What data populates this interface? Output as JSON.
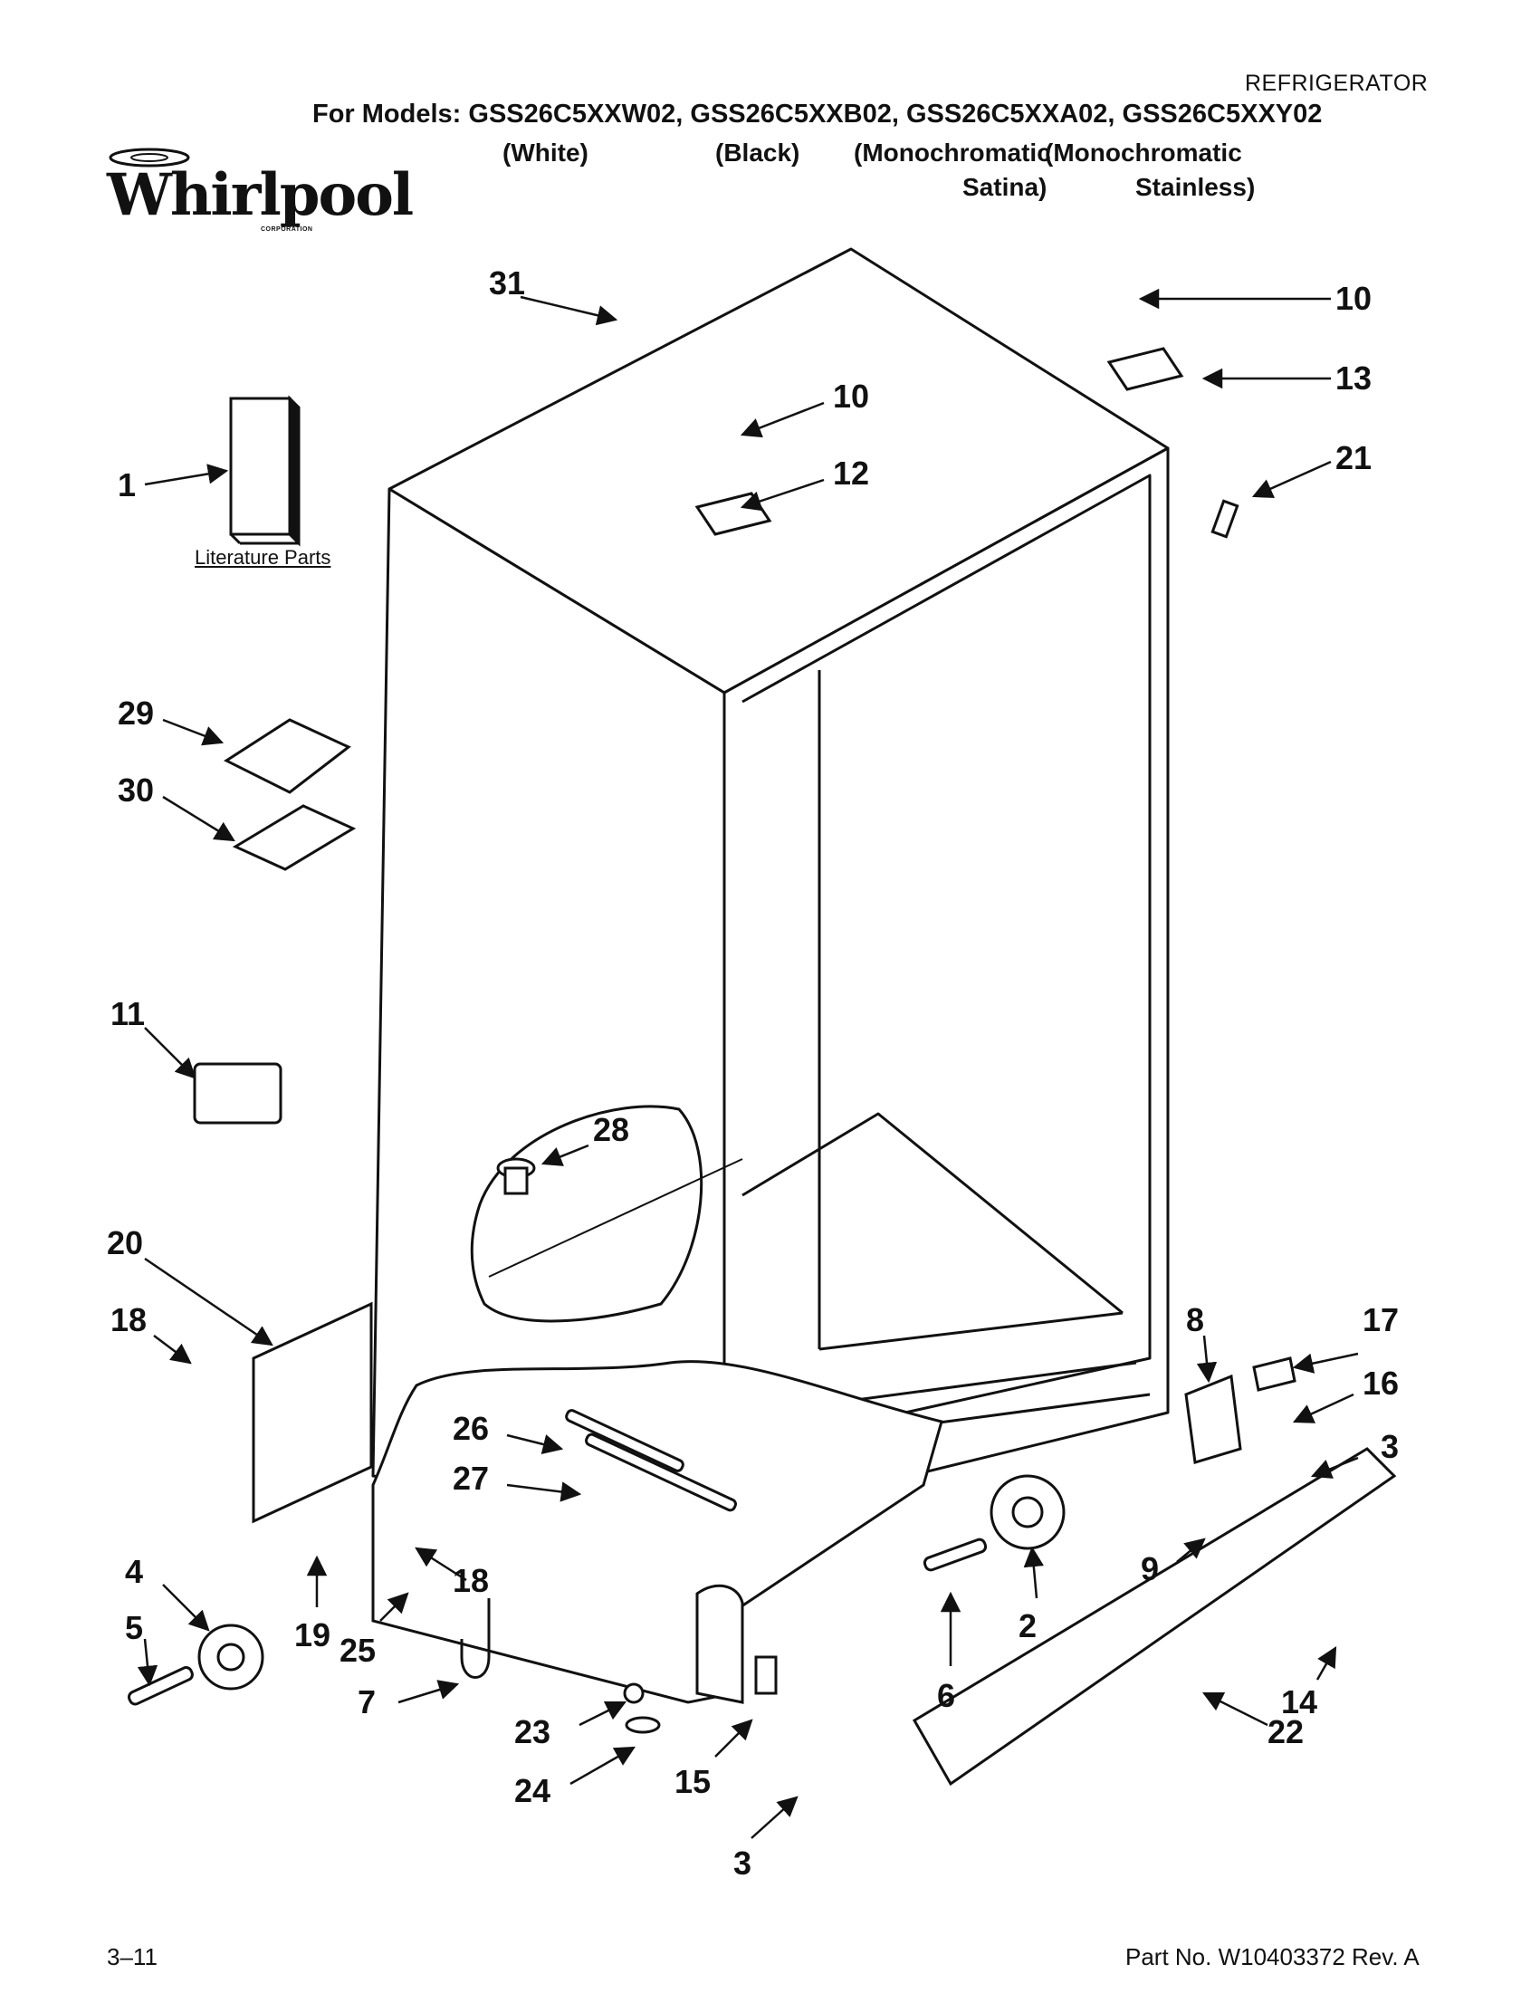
{
  "header": {
    "doc_type": "REFRIGERATOR",
    "models_line": "For Models: GSS26C5XXW02, GSS26C5XXB02, GSS26C5XXA02, GSS26C5XXY02",
    "model_colors": [
      {
        "line1": "(White)",
        "line2": ""
      },
      {
        "line1": "(Black)",
        "line2": ""
      },
      {
        "line1": "(Monochromatic",
        "line2": "Satina)"
      },
      {
        "line1": "(Monochromatic",
        "line2": "Stainless)"
      }
    ]
  },
  "logo": {
    "word": "Whirlpool",
    "sub": "CORPORATION"
  },
  "literature_label": "Literature Parts",
  "callouts": [
    {
      "id": "31",
      "label": "31"
    },
    {
      "id": "10a",
      "label": "10"
    },
    {
      "id": "10b",
      "label": "10"
    },
    {
      "id": "13",
      "label": "13"
    },
    {
      "id": "21",
      "label": "21"
    },
    {
      "id": "12",
      "label": "12"
    },
    {
      "id": "1",
      "label": "1"
    },
    {
      "id": "29",
      "label": "29"
    },
    {
      "id": "30",
      "label": "30"
    },
    {
      "id": "11",
      "label": "11"
    },
    {
      "id": "28",
      "label": "28"
    },
    {
      "id": "20",
      "label": "20"
    },
    {
      "id": "18a",
      "label": "18"
    },
    {
      "id": "8",
      "label": "8"
    },
    {
      "id": "17",
      "label": "17"
    },
    {
      "id": "16",
      "label": "16"
    },
    {
      "id": "3a",
      "label": "3"
    },
    {
      "id": "26",
      "label": "26"
    },
    {
      "id": "27",
      "label": "27"
    },
    {
      "id": "9",
      "label": "9"
    },
    {
      "id": "4",
      "label": "4"
    },
    {
      "id": "5",
      "label": "5"
    },
    {
      "id": "19",
      "label": "19"
    },
    {
      "id": "18b",
      "label": "18"
    },
    {
      "id": "25",
      "label": "25"
    },
    {
      "id": "7",
      "label": "7"
    },
    {
      "id": "6",
      "label": "6"
    },
    {
      "id": "2",
      "label": "2"
    },
    {
      "id": "14",
      "label": "14"
    },
    {
      "id": "23",
      "label": "23"
    },
    {
      "id": "22",
      "label": "22"
    },
    {
      "id": "24",
      "label": "24"
    },
    {
      "id": "15",
      "label": "15"
    },
    {
      "id": "3b",
      "label": "3"
    }
  ],
  "footer": {
    "page": "3–11",
    "part_no": "Part No. W10403372 Rev. A"
  }
}
